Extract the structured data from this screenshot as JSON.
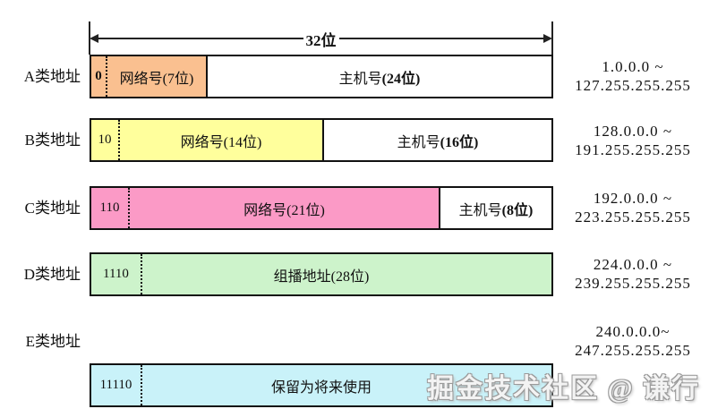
{
  "arrow": {
    "label": "32位"
  },
  "rows": [
    {
      "label": "A类地址",
      "prefix": "0",
      "network": "网络号(7位)",
      "host": "主机号",
      "host_bits": "(24位)",
      "range1": "1.0.0.0 ~",
      "range2": "127.255.255.255",
      "color": "#FAC090"
    },
    {
      "label": "B类地址",
      "prefix": "10",
      "network": "网络号(14位)",
      "host": "主机号",
      "host_bits": "(16位)",
      "range1": "128.0.0.0 ~",
      "range2": "191.255.255.255",
      "color": "#FFFF9C"
    },
    {
      "label": "C类地址",
      "prefix": "110",
      "network": "网络号(21位)",
      "host": "主机号",
      "host_bits": "(8位)",
      "range1": "192.0.0.0 ~",
      "range2": "223.255.255.255",
      "color": "#FB9AC6"
    },
    {
      "label": "D类地址",
      "prefix": "1110",
      "network": "组播地址(28位)",
      "range1": "224.0.0.0 ~",
      "range2": "239.255.255.255",
      "color": "#CDF3CB"
    },
    {
      "label": "E类地址",
      "prefix": "11110",
      "network": "保留为将来使用",
      "range1": "240.0.0.0~",
      "range2": "247.255.255.255",
      "color": "#C9F2F9"
    }
  ],
  "watermark": "掘金技术社区 @ 谦行"
}
